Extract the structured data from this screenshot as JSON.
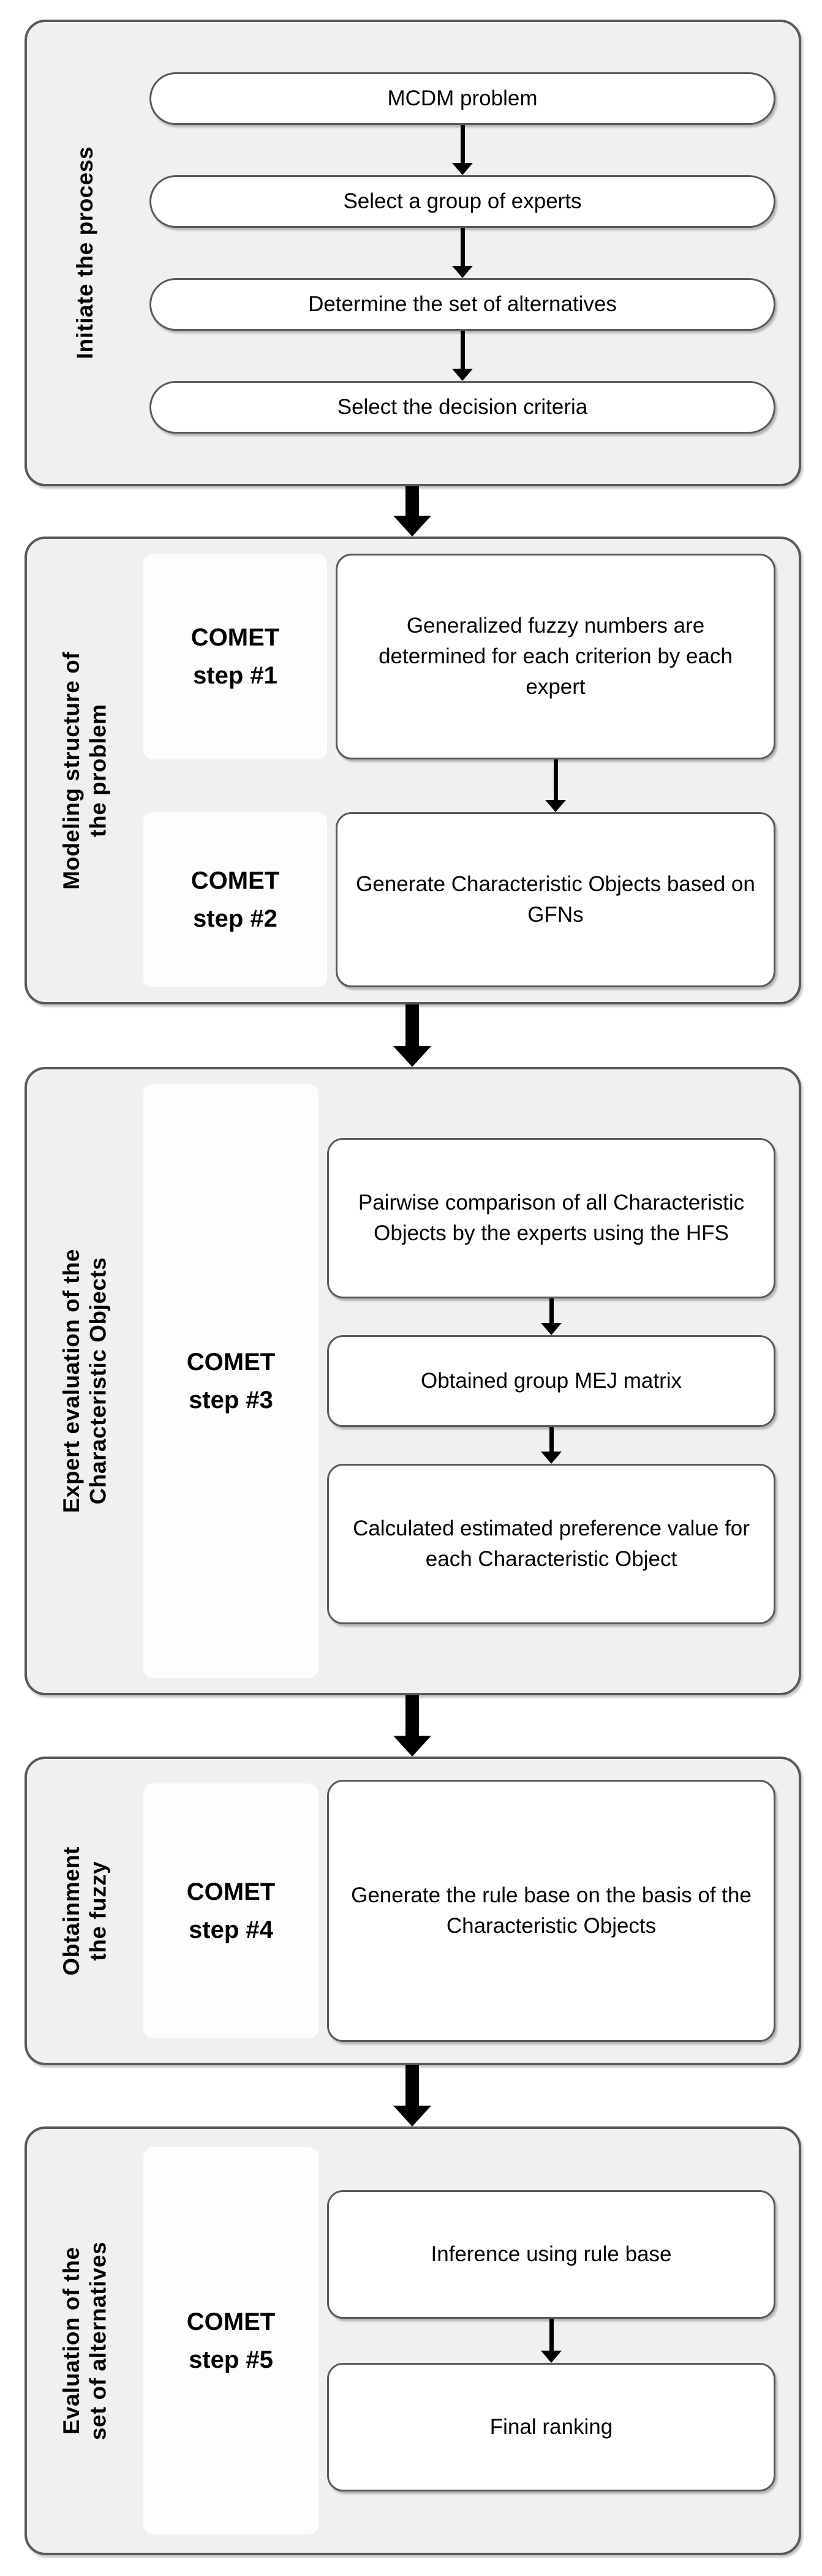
{
  "diagram": {
    "title": "COMET method flowchart",
    "colors": {
      "stage_fill": "#f0f0f0",
      "stage_border": "#595959",
      "box_fill": "#ffffff",
      "box_border": "#595959",
      "step_card_fill": "#fdfdfd",
      "arrow": "#000000",
      "text": "#000000"
    }
  },
  "stages": [
    {
      "label": "Initiate the process",
      "step": null,
      "boxes": [
        "MCDM problem",
        "Select a group of experts",
        "Determine the set of alternatives",
        "Select the decision criteria"
      ]
    },
    {
      "label": "Modeling structure of\nthe problem",
      "step": {
        "line1": "COMET",
        "line2": "step #1"
      },
      "step2": {
        "line1": "COMET",
        "line2": "step #2"
      },
      "boxes": [
        "Generalized fuzzy numbers are determined for each criterion by each expert",
        "Generate Characteristic Objects based on GFNs"
      ]
    },
    {
      "label": "Expert evaluation of the\nCharacteristic Objects",
      "step": {
        "line1": "COMET",
        "line2": "step #3"
      },
      "boxes": [
        "Pairwise comparison of all Characteristic Objects by the experts using the HFS",
        "Obtained group MEJ matrix",
        "Calculated estimated preference value for each Characteristic Object"
      ]
    },
    {
      "label": "Obtainment\nthe fuzzy",
      "step": {
        "line1": "COMET",
        "line2": "step #4"
      },
      "boxes": [
        "Generate the rule base on the basis of the Characteristic Objects"
      ]
    },
    {
      "label": "Evaluation of the\nset of alternatives",
      "step": {
        "line1": "COMET",
        "line2": "step #5"
      },
      "boxes": [
        "Inference using rule base",
        "Final ranking"
      ]
    }
  ]
}
